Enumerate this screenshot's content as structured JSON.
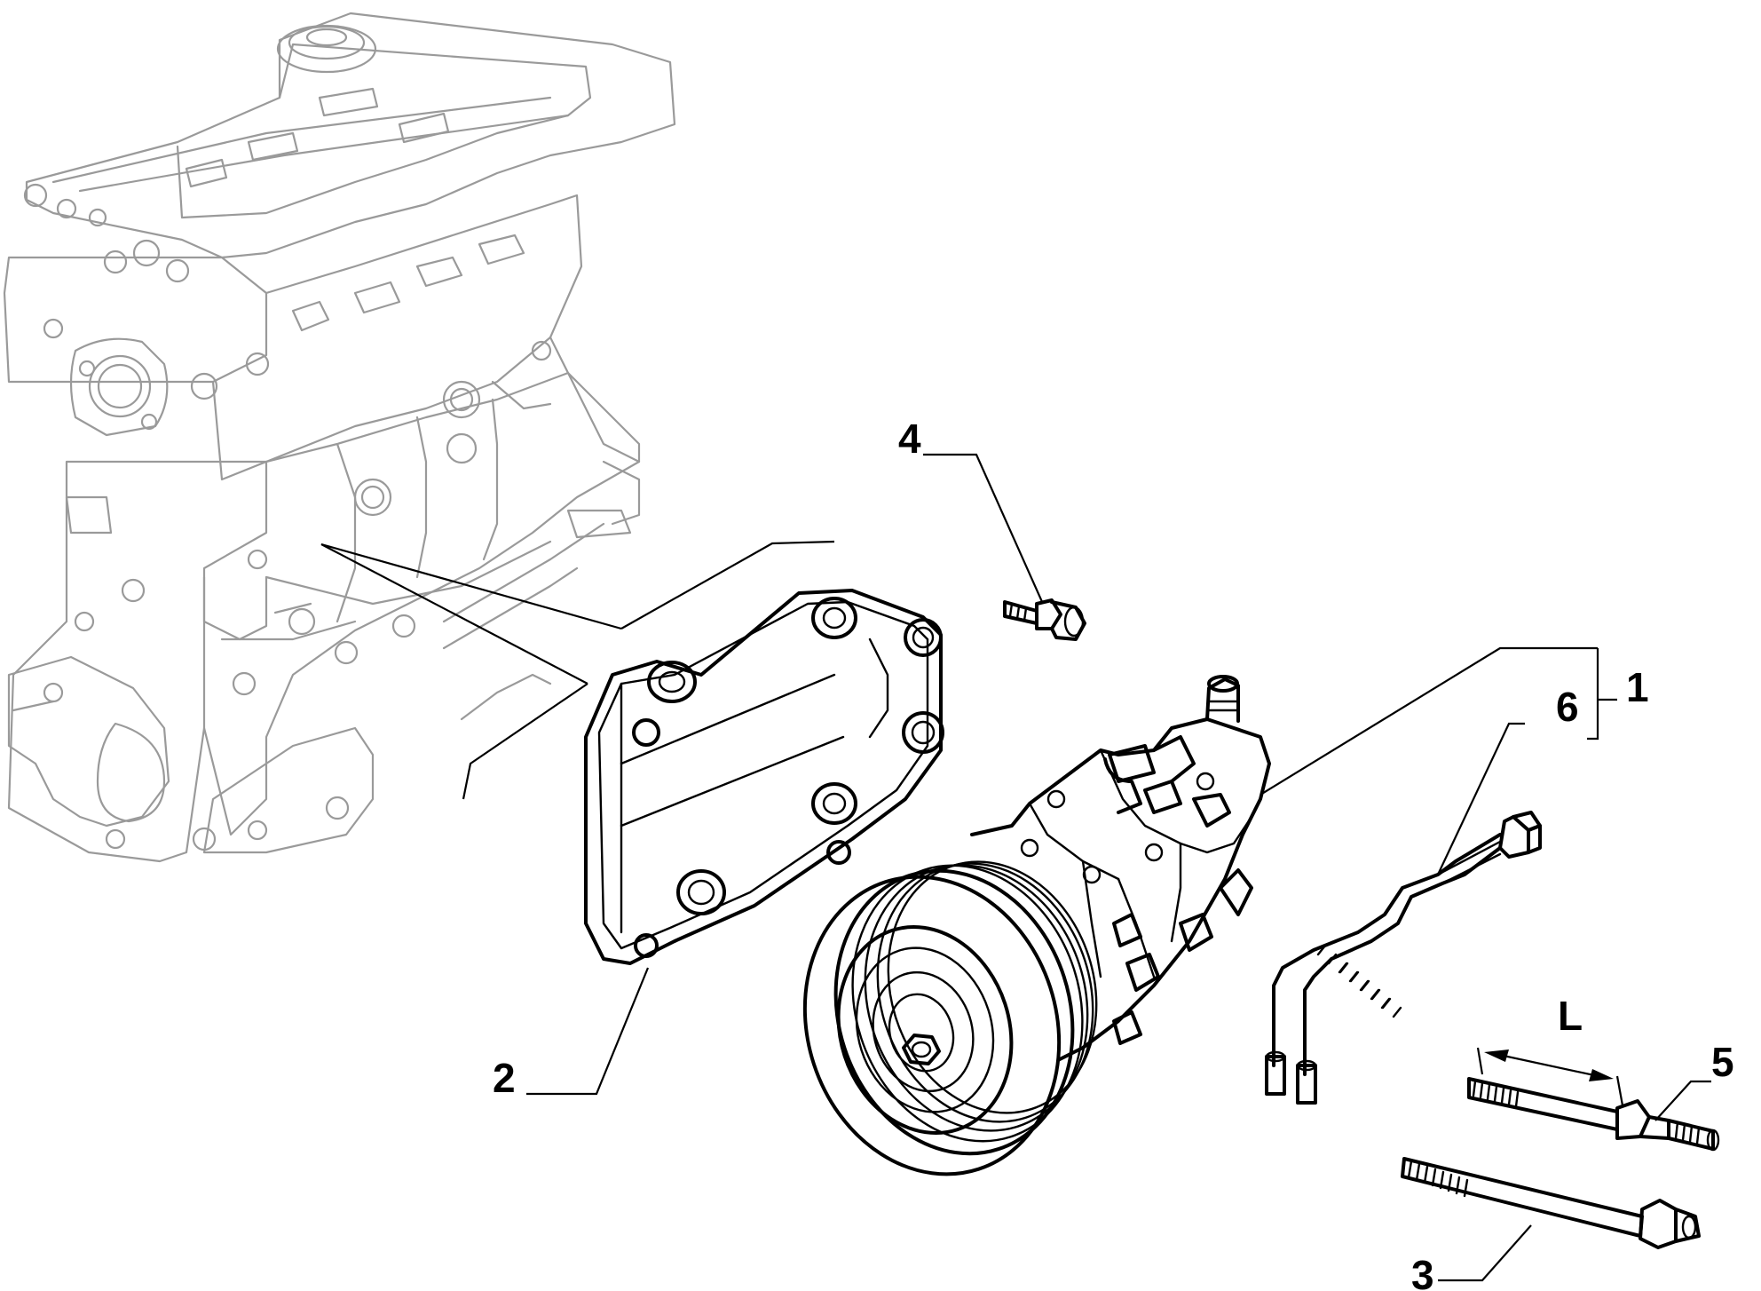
{
  "callouts": {
    "c1": "1",
    "c2": "2",
    "c3": "3",
    "c4": "4",
    "c5": "5",
    "c6": "6",
    "dim_L": "L"
  },
  "icons": {
    "engine": "engine-block-outline",
    "bracket": "compressor-bracket",
    "compressor": "ac-compressor",
    "bolt": "bolt",
    "stud": "stud-bolt",
    "wiring": "wiring-harness"
  }
}
